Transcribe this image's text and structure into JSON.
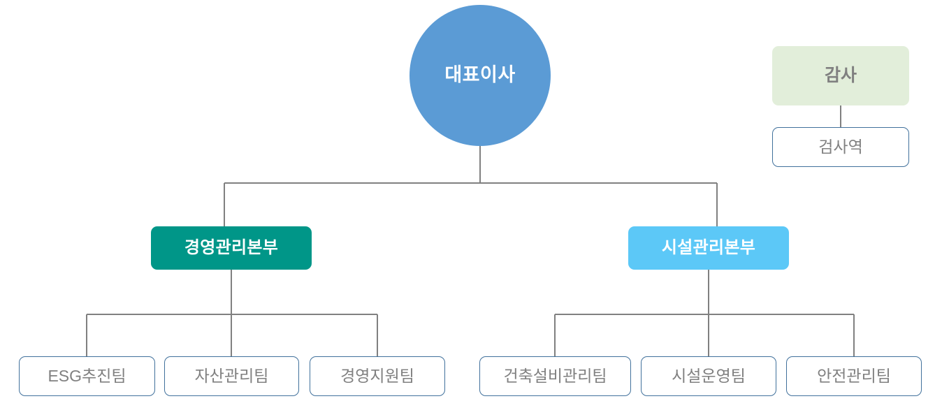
{
  "chart": {
    "type": "org-chart",
    "title": "",
    "background_color": "#ffffff",
    "line_color": "#808080"
  },
  "ceo": {
    "label": "대표이사",
    "shape": "circle",
    "fill": "#5b9bd5",
    "text_color": "#ffffff"
  },
  "audit": {
    "label": "감사",
    "fill": "#e2eeda",
    "text_color": "#808080",
    "child": {
      "label": "검사역",
      "fill": "#ffffff",
      "border_color": "#41719c",
      "text_color": "#808080"
    }
  },
  "divisions": [
    {
      "label": "경영관리본부",
      "fill": "#009688",
      "text_color": "#ffffff",
      "teams": [
        {
          "label": "ESG추진팀"
        },
        {
          "label": "자산관리팀"
        },
        {
          "label": "경영지원팀"
        }
      ]
    },
    {
      "label": "시설관리본부",
      "fill": "#5cc8f7",
      "text_color": "#ffffff",
      "teams": [
        {
          "label": "건축설비관리팀"
        },
        {
          "label": "시설운영팀"
        },
        {
          "label": "안전관리팀"
        }
      ]
    }
  ],
  "team_style": {
    "fill": "#ffffff",
    "border_color": "#41719c",
    "text_color": "#808080"
  }
}
